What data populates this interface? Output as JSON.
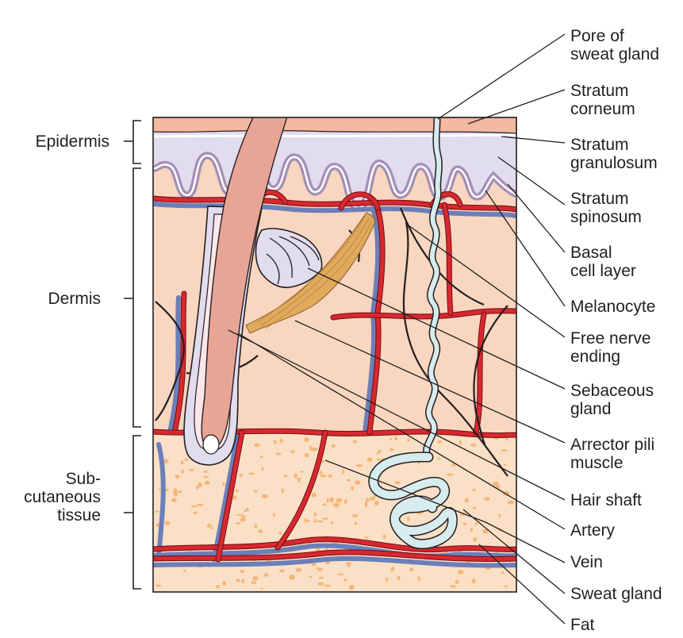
{
  "left_labels": [
    {
      "id": "epidermis",
      "lines": [
        "Epidermis"
      ]
    },
    {
      "id": "dermis",
      "lines": [
        "Dermis"
      ]
    },
    {
      "id": "subcutaneous",
      "lines": [
        "Sub-",
        "cutaneous",
        "tissue"
      ]
    }
  ],
  "right_labels": [
    {
      "id": "pore",
      "lines": [
        "Pore of",
        "sweat gland"
      ]
    },
    {
      "id": "corneum",
      "lines": [
        "Stratum",
        "corneum"
      ]
    },
    {
      "id": "granulosum",
      "lines": [
        "Stratum",
        "granulosum"
      ]
    },
    {
      "id": "spinosum",
      "lines": [
        "Stratum",
        "spinosum"
      ]
    },
    {
      "id": "basal",
      "lines": [
        "Basal",
        "cell layer"
      ]
    },
    {
      "id": "melanocyte",
      "lines": [
        "Melanocyte"
      ]
    },
    {
      "id": "nerve",
      "lines": [
        "Free nerve",
        "ending"
      ]
    },
    {
      "id": "sebaceous",
      "lines": [
        "Sebaceous",
        "gland"
      ]
    },
    {
      "id": "arrector",
      "lines": [
        "Arrector pili",
        "muscle"
      ]
    },
    {
      "id": "hair",
      "lines": [
        "Hair shaft"
      ]
    },
    {
      "id": "artery",
      "lines": [
        "Artery"
      ]
    },
    {
      "id": "vein",
      "lines": [
        "Vein"
      ]
    },
    {
      "id": "sweat",
      "lines": [
        "Sweat gland"
      ]
    },
    {
      "id": "fat",
      "lines": [
        "Fat"
      ]
    }
  ],
  "colors": {
    "dermis": "#f9d6bf",
    "subcutaneous": "#fae0c6",
    "fat_spots": "#f4b77a",
    "epidermis": "#e1dcee",
    "corneum": "#f4b9a0",
    "hair": "#e8a596",
    "artery": "#d8282f",
    "vein": "#6b7fb9",
    "sweat_gland": "#d6ecef",
    "arrector_pili": "#e0aa5c",
    "nerve": "#231f20"
  }
}
